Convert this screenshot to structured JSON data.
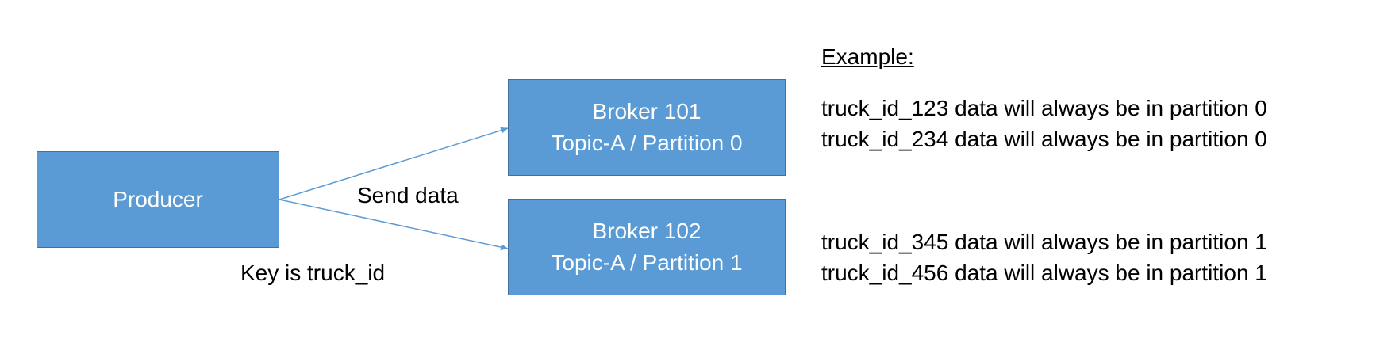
{
  "producer": {
    "label": "Producer"
  },
  "brokers": [
    {
      "line1": "Broker 101",
      "line2": "Topic-A / Partition 0"
    },
    {
      "line1": "Broker 102",
      "line2": "Topic-A / Partition 1"
    }
  ],
  "edge_label": "Send data",
  "key_label": "Key is truck_id",
  "example": {
    "heading": "Example:",
    "lines": [
      "truck_id_123 data will always be in partition 0",
      "truck_id_234 data will always be in partition 0",
      "truck_id_345 data will always be in partition 1",
      "truck_id_456 data will always be in partition 1"
    ]
  },
  "colors": {
    "box_fill": "#5b9bd5",
    "box_border": "#41719c",
    "arrow": "#5b9bd5"
  }
}
